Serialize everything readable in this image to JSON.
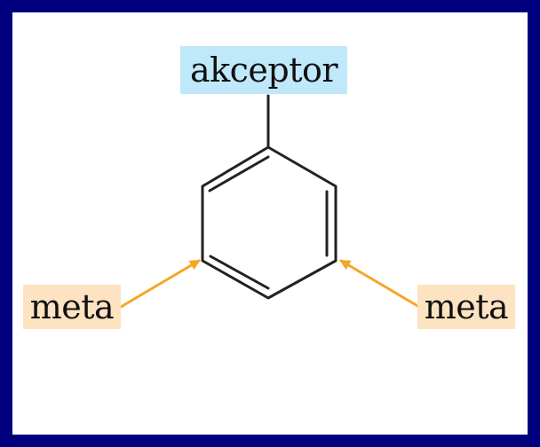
{
  "diagram": {
    "acceptor_label": "akceptor",
    "meta_left_label": "meta",
    "meta_right_label": "meta"
  },
  "colors": {
    "frame": "#00007f",
    "panel": "#ffffff",
    "acceptor_fill": "#bfe8fa",
    "meta_fill": "#fde3c2",
    "bond": "#222222",
    "arrow": "#f5a623"
  },
  "icons": {
    "ring": "benzene-ring-icon",
    "arrow": "arrow-icon"
  }
}
